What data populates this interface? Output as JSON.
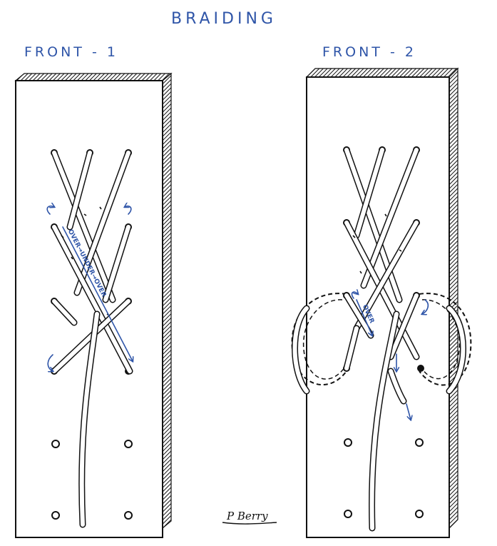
{
  "title": "BRAIDING",
  "panels": [
    {
      "label": "FRONT - 1",
      "annotation": "OVER→UNDER→OVER"
    },
    {
      "label": "FRONT - 2",
      "annotation": "OVER"
    }
  ],
  "signature": "P Berry",
  "colors": {
    "ink": "#111111",
    "annotation": "#2f55a8",
    "paper": "#ffffff"
  }
}
